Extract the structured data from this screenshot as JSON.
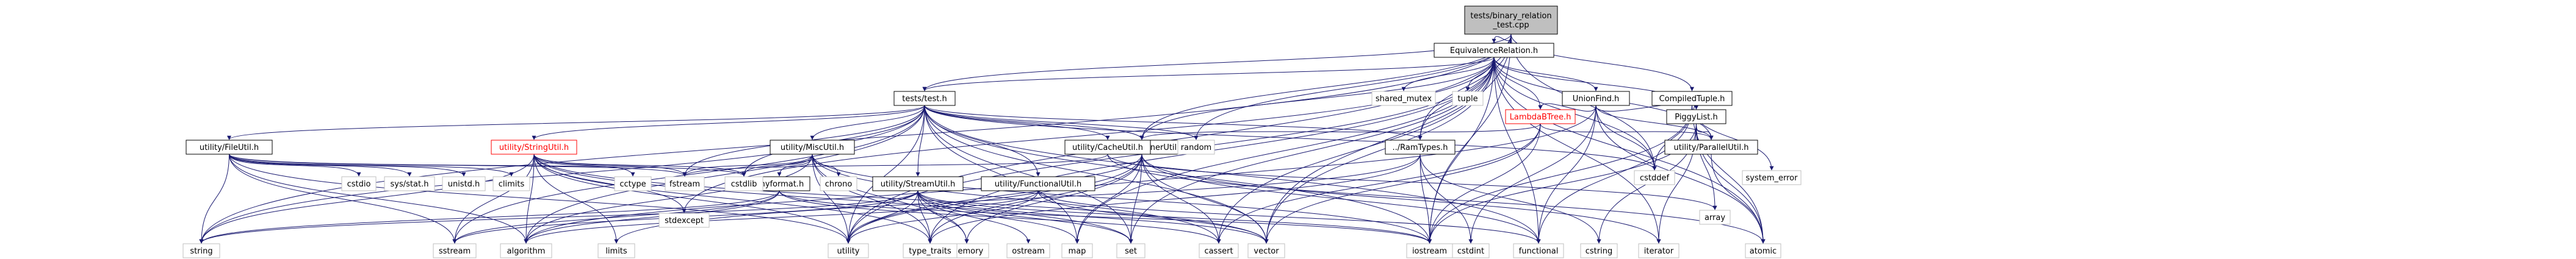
{
  "diagram": {
    "nodes": [
      {
        "id": "root",
        "label_lines": [
          "tests/binary_relation",
          "_test.cpp"
        ],
        "style": "root"
      },
      {
        "id": "er",
        "label_lines": [
          "EquivalenceRelation.h"
        ],
        "style": "file"
      },
      {
        "id": "test",
        "label_lines": [
          "tests/test.h"
        ],
        "style": "file"
      },
      {
        "id": "ct",
        "label_lines": [
          "CompiledTuple.h"
        ],
        "style": "file"
      },
      {
        "id": "uf",
        "label_lines": [
          "UnionFind.h"
        ],
        "style": "file"
      },
      {
        "id": "lt",
        "label_lines": [
          "LambdaBTree.h"
        ],
        "style": "red"
      },
      {
        "id": "pl",
        "label_lines": [
          "PiggyList.h"
        ],
        "style": "file"
      },
      {
        "id": "pu",
        "label_lines": [
          "utility/ParallelUtil.h"
        ],
        "style": "file"
      },
      {
        "id": "ram",
        "label_lines": [
          "../RamTypes.h"
        ],
        "style": "file"
      },
      {
        "id": "cont",
        "label_lines": [
          "utility/ContainerUtil.h"
        ],
        "style": "file"
      },
      {
        "id": "fu",
        "label_lines": [
          "utility/FileUtil.h"
        ],
        "style": "file"
      },
      {
        "id": "su",
        "label_lines": [
          "utility/StringUtil.h"
        ],
        "style": "red"
      },
      {
        "id": "mu",
        "label_lines": [
          "utility/MiscUtil.h"
        ],
        "style": "file"
      },
      {
        "id": "cu",
        "label_lines": [
          "utility/CacheUtil.h"
        ],
        "style": "file"
      },
      {
        "id": "stu",
        "label_lines": [
          "utility/StreamUtil.h"
        ],
        "style": "file"
      },
      {
        "id": "funu",
        "label_lines": [
          "utility/FunctionalUtil.h"
        ],
        "style": "file"
      },
      {
        "id": "tf",
        "label_lines": [
          "tinyformat.h"
        ],
        "style": "file"
      },
      {
        "id": "string",
        "label_lines": [
          "string"
        ],
        "style": "system"
      },
      {
        "id": "sstream",
        "label_lines": [
          "sstream"
        ],
        "style": "system"
      },
      {
        "id": "algorithm",
        "label_lines": [
          "algorithm"
        ],
        "style": "system"
      },
      {
        "id": "limits",
        "label_lines": [
          "limits"
        ],
        "style": "system"
      },
      {
        "id": "utility",
        "label_lines": [
          "utility"
        ],
        "style": "system"
      },
      {
        "id": "memory",
        "label_lines": [
          "memory"
        ],
        "style": "system"
      },
      {
        "id": "ostream",
        "label_lines": [
          "ostream"
        ],
        "style": "system"
      },
      {
        "id": "map",
        "label_lines": [
          "map"
        ],
        "style": "system"
      },
      {
        "id": "set",
        "label_lines": [
          "set"
        ],
        "style": "system"
      },
      {
        "id": "type_traits",
        "label_lines": [
          "type_traits"
        ],
        "style": "system"
      },
      {
        "id": "vector",
        "label_lines": [
          "vector"
        ],
        "style": "system"
      },
      {
        "id": "cassert",
        "label_lines": [
          "cassert"
        ],
        "style": "system"
      },
      {
        "id": "iostream",
        "label_lines": [
          "iostream"
        ],
        "style": "system"
      },
      {
        "id": "functional",
        "label_lines": [
          "functional"
        ],
        "style": "system"
      },
      {
        "id": "cstdint",
        "label_lines": [
          "cstdint"
        ],
        "style": "system"
      },
      {
        "id": "cstring",
        "label_lines": [
          "cstring"
        ],
        "style": "system"
      },
      {
        "id": "iterator",
        "label_lines": [
          "iterator"
        ],
        "style": "system"
      },
      {
        "id": "atomic",
        "label_lines": [
          "atomic"
        ],
        "style": "system"
      },
      {
        "id": "array",
        "label_lines": [
          "array"
        ],
        "style": "system"
      },
      {
        "id": "cstddef",
        "label_lines": [
          "cstddef"
        ],
        "style": "system"
      },
      {
        "id": "system_error",
        "label_lines": [
          "system_error"
        ],
        "style": "system"
      },
      {
        "id": "shared_mutex",
        "label_lines": [
          "shared_mutex"
        ],
        "style": "system"
      },
      {
        "id": "tuple",
        "label_lines": [
          "tuple"
        ],
        "style": "system"
      },
      {
        "id": "random",
        "label_lines": [
          "random"
        ],
        "style": "system"
      },
      {
        "id": "cstdlib",
        "label_lines": [
          "cstdlib"
        ],
        "style": "system"
      },
      {
        "id": "fstream",
        "label_lines": [
          "fstream"
        ],
        "style": "system"
      },
      {
        "id": "cstdio",
        "label_lines": [
          "cstdio"
        ],
        "style": "system"
      },
      {
        "id": "sysstat",
        "label_lines": [
          "sys/stat.h"
        ],
        "style": "system"
      },
      {
        "id": "unistd",
        "label_lines": [
          "unistd.h"
        ],
        "style": "system"
      },
      {
        "id": "climits",
        "label_lines": [
          "climits"
        ],
        "style": "system"
      },
      {
        "id": "cctype",
        "label_lines": [
          "cctype"
        ],
        "style": "system"
      },
      {
        "id": "stdexcept",
        "label_lines": [
          "stdexcept"
        ],
        "style": "system"
      },
      {
        "id": "chrono",
        "label_lines": [
          "chrono"
        ],
        "style": "system"
      }
    ],
    "edges": [
      [
        "root",
        "er"
      ],
      [
        "root",
        "test"
      ],
      [
        "root",
        "ct"
      ],
      [
        "root",
        "cont"
      ],
      [
        "root",
        "ram"
      ],
      [
        "root",
        "random"
      ],
      [
        "root",
        "cstddef"
      ],
      [
        "root",
        "vector"
      ],
      [
        "root",
        "iostream"
      ],
      [
        "root",
        "string"
      ],
      [
        "root",
        "utility"
      ],
      [
        "er",
        "test"
      ],
      [
        "er",
        "uf"
      ],
      [
        "er",
        "lt"
      ],
      [
        "er",
        "pl"
      ],
      [
        "er",
        "pu"
      ],
      [
        "er",
        "ram"
      ],
      [
        "er",
        "cont"
      ],
      [
        "er",
        "shared_mutex"
      ],
      [
        "er",
        "tuple"
      ],
      [
        "er",
        "cstddef"
      ],
      [
        "er",
        "iterator"
      ],
      [
        "er",
        "atomic"
      ],
      [
        "er",
        "functional"
      ],
      [
        "er",
        "iostream"
      ],
      [
        "er",
        "cassert"
      ],
      [
        "er",
        "vector"
      ],
      [
        "er",
        "set"
      ],
      [
        "er",
        "map"
      ],
      [
        "er",
        "utility"
      ],
      [
        "er",
        "stdexcept"
      ],
      [
        "er",
        "type_traits"
      ],
      [
        "test",
        "fu"
      ],
      [
        "test",
        "su"
      ],
      [
        "test",
        "mu"
      ],
      [
        "test",
        "cu"
      ],
      [
        "test",
        "stu"
      ],
      [
        "test",
        "funu"
      ],
      [
        "test",
        "cont"
      ],
      [
        "test",
        "ram"
      ],
      [
        "test",
        "random"
      ],
      [
        "test",
        "cstddef"
      ],
      [
        "test",
        "fstream"
      ],
      [
        "test",
        "cstdlib"
      ],
      [
        "test",
        "iostream"
      ],
      [
        "test",
        "set"
      ],
      [
        "test",
        "map"
      ],
      [
        "test",
        "vector"
      ],
      [
        "test",
        "string"
      ],
      [
        "test",
        "sstream"
      ],
      [
        "test",
        "algorithm"
      ],
      [
        "test",
        "utility"
      ],
      [
        "test",
        "functional"
      ],
      [
        "ct",
        "cstddef"
      ],
      [
        "ct",
        "system_error"
      ],
      [
        "ct",
        "iostream"
      ],
      [
        "ct",
        "functional"
      ],
      [
        "ct",
        "atomic"
      ],
      [
        "ct",
        "pl"
      ],
      [
        "uf",
        "lt"
      ],
      [
        "uf",
        "pl"
      ],
      [
        "uf",
        "pu"
      ],
      [
        "uf",
        "cstddef"
      ],
      [
        "uf",
        "cstdint"
      ],
      [
        "uf",
        "atomic"
      ],
      [
        "uf",
        "functional"
      ],
      [
        "uf",
        "utility"
      ],
      [
        "lt",
        "pu"
      ],
      [
        "lt",
        "cont"
      ],
      [
        "lt",
        "vector"
      ],
      [
        "lt",
        "iostream"
      ],
      [
        "lt",
        "cassert"
      ],
      [
        "pl",
        "pu"
      ],
      [
        "pl",
        "array"
      ],
      [
        "pl",
        "atomic"
      ],
      [
        "pl",
        "cstring"
      ],
      [
        "pl",
        "iostream"
      ],
      [
        "pl",
        "iterator"
      ],
      [
        "pu",
        "atomic"
      ],
      [
        "ram",
        "cstdint"
      ],
      [
        "ram",
        "cstring"
      ],
      [
        "ram",
        "iostream"
      ],
      [
        "ram",
        "limits"
      ],
      [
        "ram",
        "type_traits"
      ],
      [
        "cont",
        "algorithm"
      ],
      [
        "cont",
        "functional"
      ],
      [
        "cont",
        "iterator"
      ],
      [
        "cont",
        "map"
      ],
      [
        "cont",
        "memory"
      ],
      [
        "cont",
        "set"
      ],
      [
        "cont",
        "utility"
      ],
      [
        "cont",
        "vector"
      ],
      [
        "cont",
        "type_traits"
      ],
      [
        "cont",
        "cassert"
      ],
      [
        "fu",
        "string"
      ],
      [
        "fu",
        "sstream"
      ],
      [
        "fu",
        "cstdio"
      ],
      [
        "fu",
        "sysstat"
      ],
      [
        "fu",
        "unistd"
      ],
      [
        "fu",
        "climits"
      ],
      [
        "fu",
        "fstream"
      ],
      [
        "fu",
        "cstdlib"
      ],
      [
        "fu",
        "utility"
      ],
      [
        "fu",
        "algorithm"
      ],
      [
        "su",
        "string"
      ],
      [
        "su",
        "sstream"
      ],
      [
        "su",
        "algorithm"
      ],
      [
        "su",
        "limits"
      ],
      [
        "su",
        "cctype"
      ],
      [
        "su",
        "stdexcept"
      ],
      [
        "su",
        "cstdlib"
      ],
      [
        "su",
        "fstream"
      ],
      [
        "su",
        "type_traits"
      ],
      [
        "su",
        "vector"
      ],
      [
        "su",
        "utility"
      ],
      [
        "su",
        "set"
      ],
      [
        "mu",
        "tf"
      ],
      [
        "mu",
        "chrono"
      ],
      [
        "mu",
        "memory"
      ],
      [
        "mu",
        "utility"
      ],
      [
        "mu",
        "iostream"
      ],
      [
        "mu",
        "cassert"
      ],
      [
        "mu",
        "fstream"
      ],
      [
        "mu",
        "cstdlib"
      ],
      [
        "mu",
        "type_traits"
      ],
      [
        "mu",
        "algorithm"
      ],
      [
        "cu",
        "array"
      ],
      [
        "cu",
        "atomic"
      ],
      [
        "cu",
        "fstream"
      ],
      [
        "stu",
        "memory"
      ],
      [
        "stu",
        "ostream"
      ],
      [
        "stu",
        "map"
      ],
      [
        "stu",
        "set"
      ],
      [
        "stu",
        "utility"
      ],
      [
        "stu",
        "vector"
      ],
      [
        "stu",
        "string"
      ],
      [
        "stu",
        "sstream"
      ],
      [
        "stu",
        "type_traits"
      ],
      [
        "stu",
        "iostream"
      ],
      [
        "funu",
        "functional"
      ],
      [
        "funu",
        "utility"
      ],
      [
        "funu",
        "vector"
      ],
      [
        "funu",
        "algorithm"
      ],
      [
        "tf",
        "iostream"
      ],
      [
        "tf",
        "sstream"
      ],
      [
        "tf",
        "algorithm"
      ],
      [
        "tf",
        "string"
      ],
      [
        "tf",
        "cassert"
      ]
    ]
  }
}
